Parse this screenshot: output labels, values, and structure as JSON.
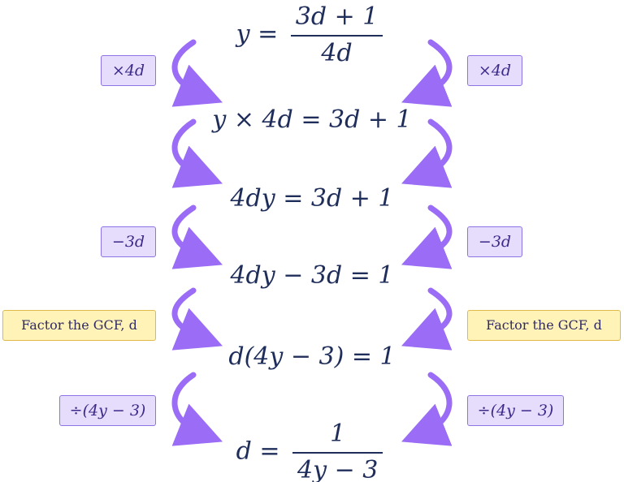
{
  "colors": {
    "equation_text": "#1f2d5a",
    "arrow": "#9b6cf5",
    "op_tag_fill": "#e6dcfb",
    "op_tag_border": "#8e73e6",
    "note_tag_fill": "#fff3b8",
    "note_tag_border": "#e0b94a"
  },
  "equations": {
    "eq1": {
      "lhs": "y =",
      "num": "3d + 1",
      "den": "4d"
    },
    "eq2": "y × 4d = 3d + 1",
    "eq3": "4dy = 3d + 1",
    "eq4": "4dy − 3d = 1",
    "eq5": "d(4y − 3) = 1",
    "eq6": {
      "lhs": "d =",
      "num": "1",
      "den": "4y − 3"
    }
  },
  "steps": {
    "step1": "×4d",
    "step3": "−3d",
    "step4": "Factor the GCF, d",
    "step5": "÷(4y − 3)"
  },
  "icons": {
    "arrow_left": "curved-arrow-down-right-icon",
    "arrow_right": "curved-arrow-down-left-icon"
  }
}
